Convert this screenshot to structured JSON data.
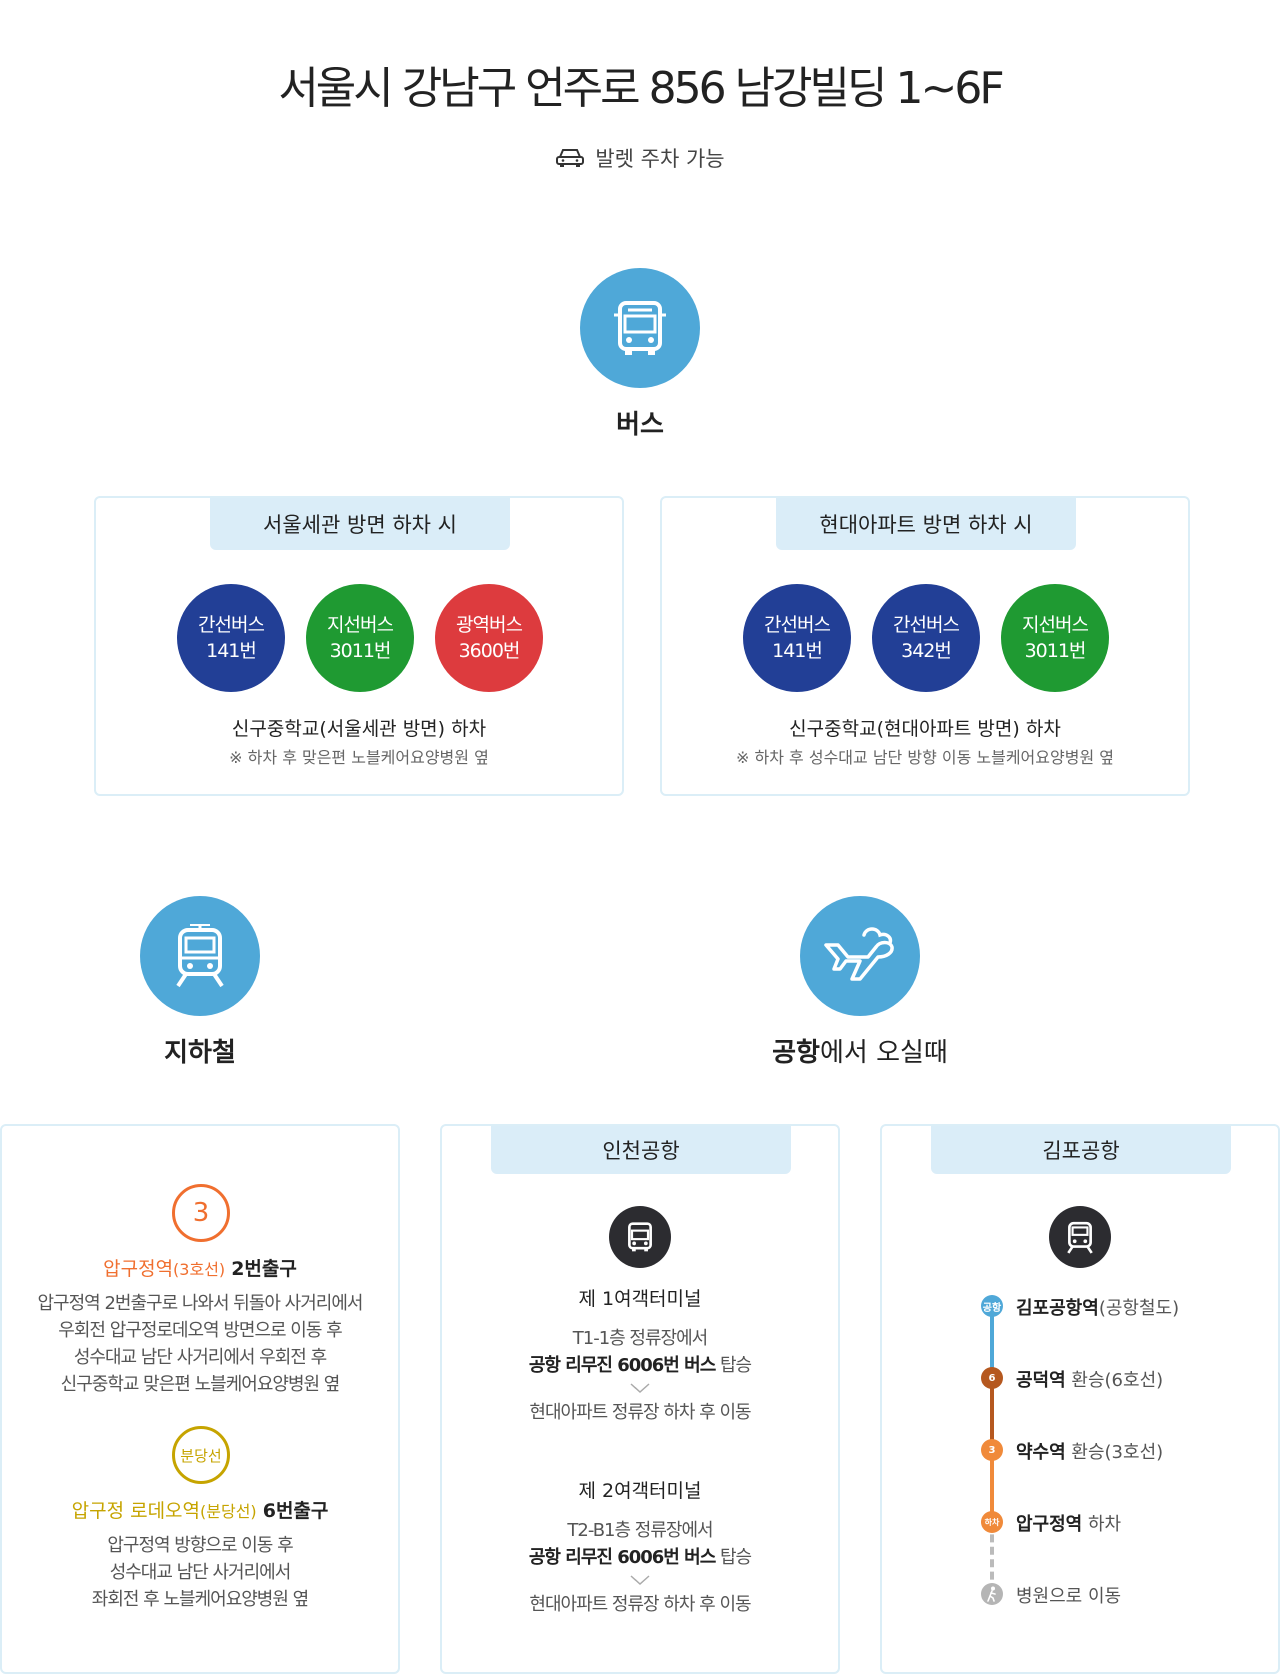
{
  "header": {
    "address": "서울시 강남구 언주로 856 남강빌딩 1~6F",
    "parking": "발렛 주차 가능",
    "parking_icon": "car-icon"
  },
  "bus": {
    "title": "버스",
    "icon": "bus-icon",
    "cards": [
      {
        "tab": "서울세관 방면 하차 시",
        "badges": [
          {
            "type": "간선버스",
            "number": "141번",
            "color": "#223f96"
          },
          {
            "type": "지선버스",
            "number": "3011번",
            "color": "#1f9a32"
          },
          {
            "type": "광역버스",
            "number": "3600번",
            "color": "#dd3b3e"
          }
        ],
        "stop": "신구중학교(서울세관 방면) 하차",
        "note": "※ 하차 후 맞은편 노블케어요양병원 옆"
      },
      {
        "tab": "현대아파트 방면 하차 시",
        "badges": [
          {
            "type": "간선버스",
            "number": "141번",
            "color": "#223f96"
          },
          {
            "type": "간선버스",
            "number": "342번",
            "color": "#223f96"
          },
          {
            "type": "지선버스",
            "number": "3011번",
            "color": "#1f9a32"
          }
        ],
        "stop": "신구중학교(현대아파트 방면) 하차",
        "note": "※ 하차 후 성수대교 남단 방향 이동 노블케어요양병원 옆"
      }
    ]
  },
  "subway": {
    "title": "지하철",
    "icon": "train-icon",
    "line3": {
      "badge": "3",
      "station": "압구정역",
      "line": "(3호선)",
      "exit": "2번출구",
      "desc": [
        "압구정역 2번출구로 나와서 뒤돌아 사거리에서",
        "우회전 압구정로데오역 방면으로 이동 후",
        "성수대교 남단 사거리에서 우회전 후",
        "신구중학교 맞은편 노블케어요양병원 옆"
      ]
    },
    "bundang": {
      "badge": "분당선",
      "station": "압구정 로데오역",
      "line": "(분당선)",
      "exit": "6번출구",
      "desc": [
        "압구정역 방향으로 이동 후",
        "성수대교 남단 사거리에서",
        "좌회전 후 노블케어요양병원 옆"
      ]
    }
  },
  "airport": {
    "title_bold": "공항",
    "title_rest": "에서 오실때",
    "icon": "airplane-icon",
    "incheon": {
      "tab": "인천공항",
      "terminals": [
        {
          "name": "제 1여객터미널",
          "stop": "T1-1층 정류장에서",
          "bus": "공항 리무진 6006번 버스",
          "board": " 탑승",
          "after": "현대아파트 정류장 하차 후 이동"
        },
        {
          "name": "제 2여객터미널",
          "stop": "T2-B1층 정류장에서",
          "bus": "공항 리무진 6006번 버스",
          "board": " 탑승",
          "after": "현대아파트 정류장 하차 후 이동"
        }
      ]
    },
    "gimpo": {
      "tab": "김포공항",
      "route": [
        {
          "badge": "공항",
          "station": "김포공항역",
          "desc": "(공항철도)",
          "color": "#4fa8d8"
        },
        {
          "badge": "6",
          "station": "공덕역",
          "desc": " 환승(6호선)",
          "color": "#b5581f"
        },
        {
          "badge": "3",
          "station": "약수역",
          "desc": " 환승(3호선)",
          "color": "#f08a3a"
        },
        {
          "badge": "하차",
          "station": "압구정역",
          "desc": " 하차",
          "color": "#f08a3a"
        },
        {
          "badge": "",
          "station": "",
          "desc": "병원으로 이동",
          "color": "#b5b5b5"
        }
      ]
    }
  }
}
